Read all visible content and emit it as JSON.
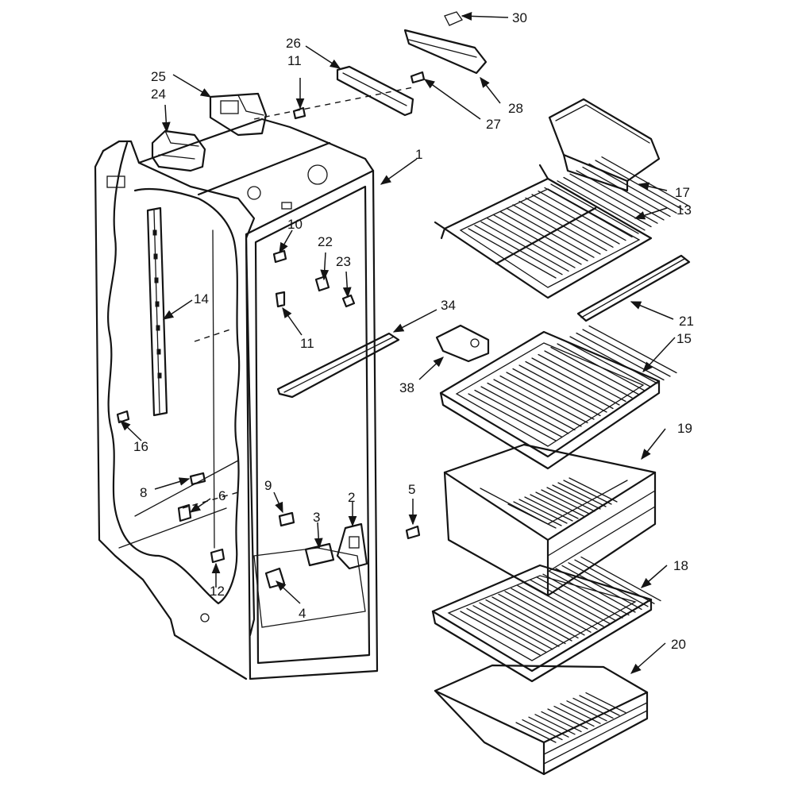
{
  "callouts": {
    "c1": "1",
    "c2": "2",
    "c3": "3",
    "c4": "4",
    "c5": "5",
    "c6": "6",
    "c8": "8",
    "c9": "9",
    "c10": "10",
    "c11a": "11",
    "c11b": "11",
    "c12": "12",
    "c13": "13",
    "c14": "14",
    "c15": "15",
    "c16": "16",
    "c17": "17",
    "c18": "18",
    "c19": "19",
    "c20": "20",
    "c21": "21",
    "c22": "22",
    "c23": "23",
    "c24": "24",
    "c25": "25",
    "c26": "26",
    "c27": "27",
    "c28": "28",
    "c30": "30",
    "c34": "34",
    "c38": "38"
  },
  "colors": {
    "ink": "#141414",
    "paper": "#ffffff"
  }
}
